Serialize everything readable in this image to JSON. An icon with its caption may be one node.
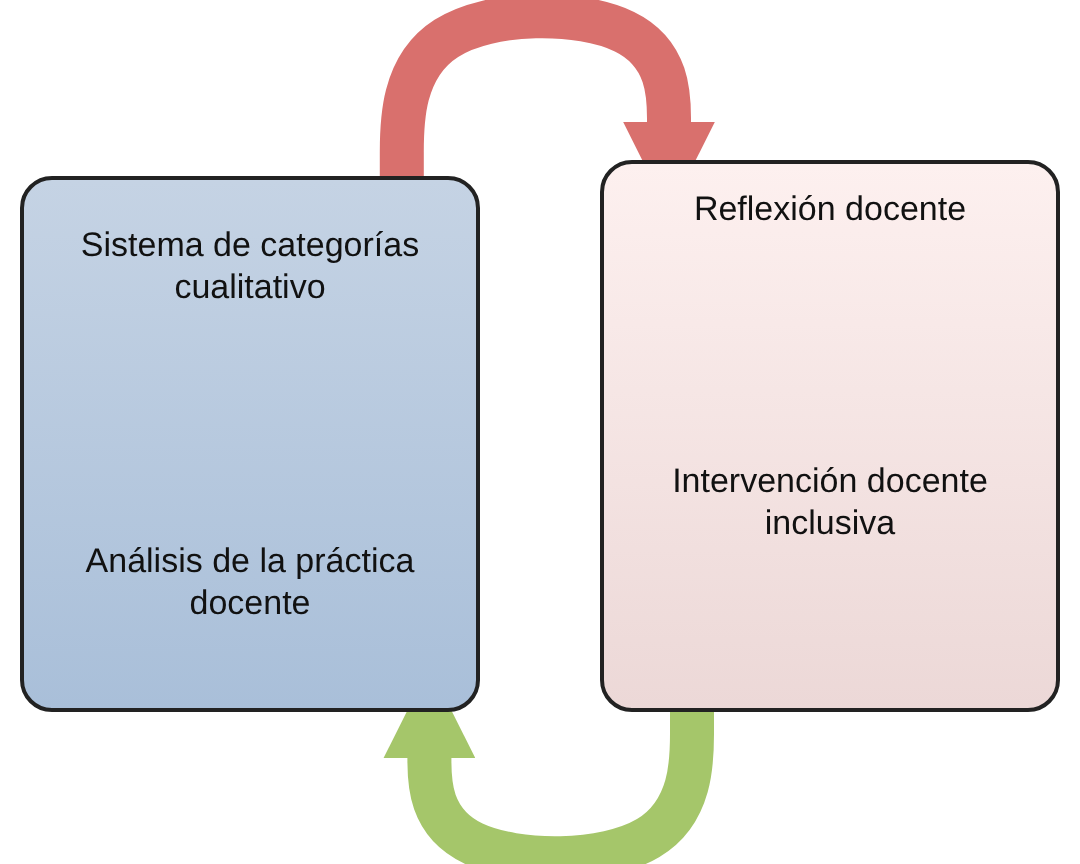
{
  "diagram": {
    "nodes": [
      {
        "text": [
          "Sistema de categorías cualitativo",
          "Análisis de la práctica docente"
        ]
      },
      {
        "text": [
          "Reflexión docente",
          "Intervención docente inclusiva"
        ]
      }
    ],
    "edges": [
      {
        "from": 0,
        "to": 1,
        "arrow": "to",
        "color": "#d9706d"
      },
      {
        "from": 1,
        "to": 0,
        "arrow": "to",
        "color": "#a5c66a"
      }
    ]
  }
}
